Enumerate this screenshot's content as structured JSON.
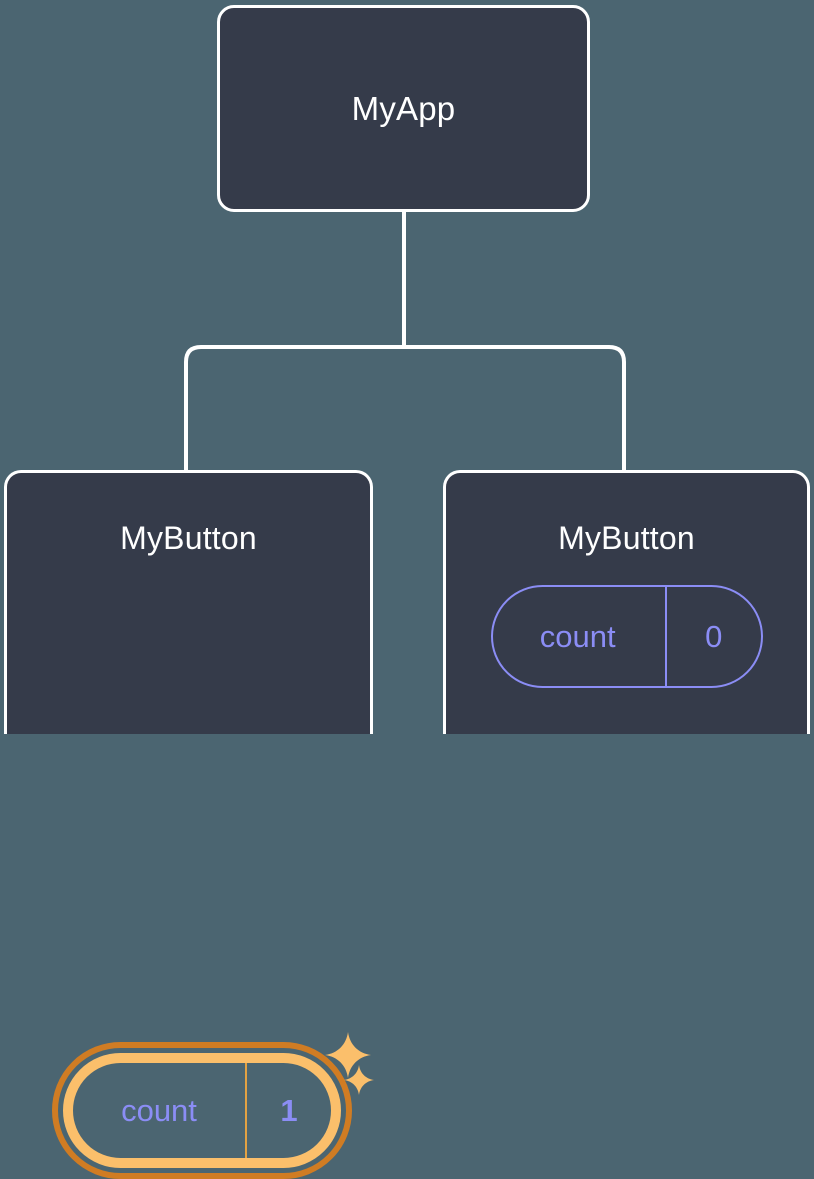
{
  "diagram": {
    "title": "React component tree with state",
    "background_color": "#4b6571",
    "node_fill_color": "#353b4a",
    "node_border_color": "#ffffff",
    "accent_state_color": "#8b8df5",
    "highlight_outer_color": "#d07c23",
    "highlight_inner_color": "#fbbf6b",
    "connector_color": "#ffffff"
  },
  "root": {
    "label": "MyApp"
  },
  "children": [
    {
      "label": "MyButton",
      "state": {
        "key": "count",
        "value": "1"
      },
      "highlighted": "true",
      "sparkle_large": "sparkle-icon",
      "sparkle_small": "sparkle-icon"
    },
    {
      "label": "MyButton",
      "state": {
        "key": "count",
        "value": "0"
      },
      "highlighted": "false"
    }
  ]
}
